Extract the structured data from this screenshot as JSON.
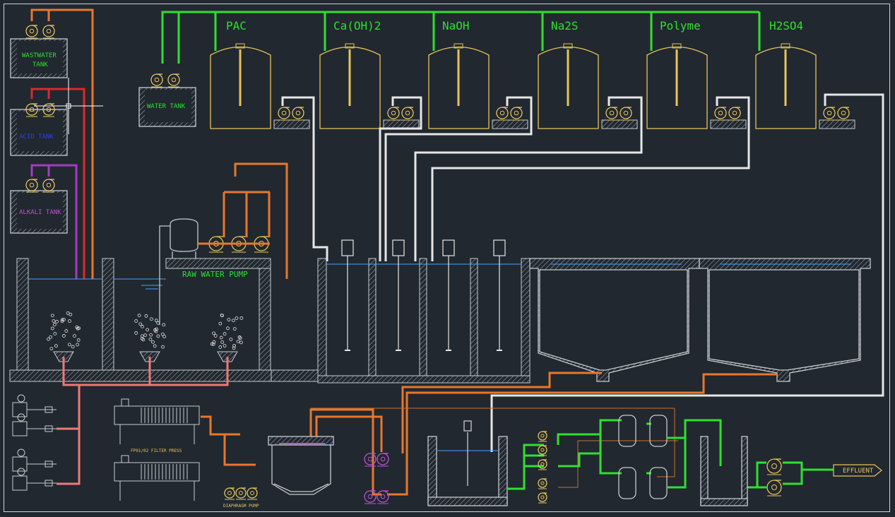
{
  "chemicals": [
    "PAC",
    "Ca(OH)2",
    "NaOH",
    "Na2S",
    "Polyme",
    "H2SO4"
  ],
  "tanks": {
    "wastewater_line1": "WASTWATER",
    "wastewater_line2": "TANK",
    "acid": "ACID TANK",
    "alkali": "ALKALI TANK",
    "water": "WATER TANK"
  },
  "labels": {
    "raw_water_pump": "RAW WATER PUMP",
    "filter_press": "FP01/02 FILTER PRESS",
    "diaphragm_pump": "DIAPHRAGM PUMP",
    "effluent": "EFFLUENT"
  },
  "colors": {
    "background": "#212830",
    "chemical_line": "#2fe02f",
    "raw_line": "#e8772c",
    "acid_line": "#e0282c",
    "alkali_line": "#a23cc0",
    "sludge_line": "#f07878",
    "service_line": "#e6e6e6",
    "tank_outline": "#e8c45a",
    "structure": "#c8ccd0"
  }
}
